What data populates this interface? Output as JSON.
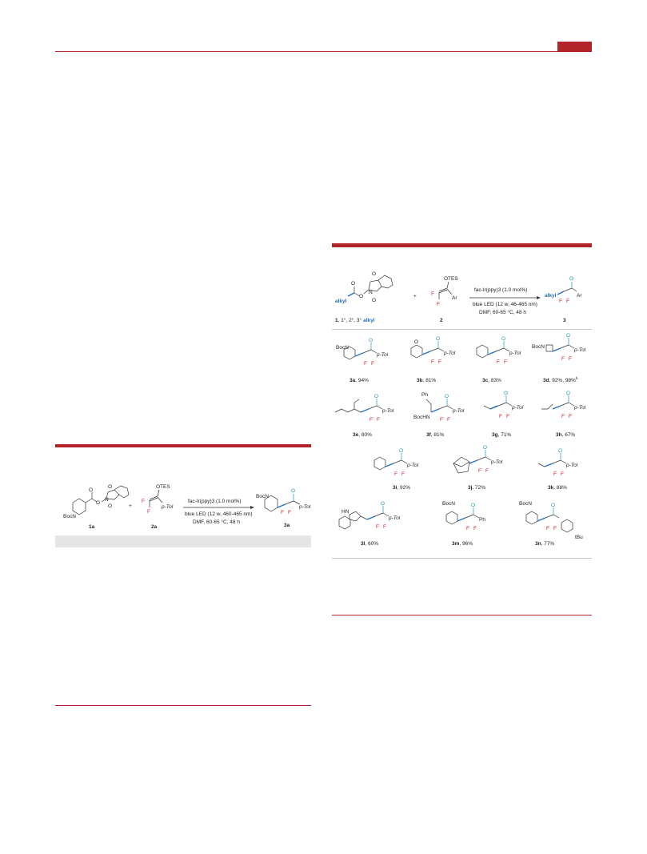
{
  "colors": {
    "accent": "#b0242a",
    "blue": "#1f6fc5",
    "fluorine": "#d21f2a",
    "oxygen": "#1a9bb0"
  },
  "scheme_left": {
    "reagent_labels": {
      "otes": "OTES",
      "ptol": "p-Tol",
      "f": "F",
      "o": "O",
      "n": "N",
      "boc_n": "BocN",
      "plus": "+"
    },
    "conditions": {
      "catalyst": "fac-Ir(ppy)3 (1.0 mol%)",
      "light": "blue LED (12 w, 460-465 nm)",
      "solvent_temp": "DMF, 60-65 °C, 48 h"
    },
    "compound_ids": {
      "c1a": "1a",
      "c2a": "2a",
      "c3a": "3a"
    }
  },
  "scheme_right": {
    "reagent_labels": {
      "alkyl": "alkyl",
      "otes": "OTES",
      "ar": "Ar",
      "f": "F",
      "o": "O",
      "n": "N",
      "plus": "+"
    },
    "conditions": {
      "catalyst": "fac-Ir(ppy)3 (1.0 mol%)",
      "light": "blue LED (12 w, 46-465 nm)",
      "solvent_temp": "DMF, 60-65 °C, 48 h"
    },
    "compound_ids": {
      "c1": "1",
      "c1_desc": ", 1°, 2°, 3°",
      "c1_alkyl": "alkyl",
      "c2": "2",
      "c3": "3"
    }
  },
  "products": [
    {
      "id": "3a",
      "yield": ", 94%"
    },
    {
      "id": "3b",
      "yield": ", 81%"
    },
    {
      "id": "3c",
      "yield": ", 83%"
    },
    {
      "id": "3d",
      "yield": ", 92%, 98%",
      "note": "b"
    },
    {
      "id": "3e",
      "yield": ", 80%"
    },
    {
      "id": "3f",
      "yield": ", 81%"
    },
    {
      "id": "3g",
      "yield": ", 71%"
    },
    {
      "id": "3h",
      "yield": ", 67%"
    },
    {
      "id": "3i",
      "yield": ", 92%"
    },
    {
      "id": "3j",
      "yield": ", 72%"
    },
    {
      "id": "3k",
      "yield": ", 88%"
    },
    {
      "id": "3l",
      "yield": ", 60%"
    },
    {
      "id": "3m",
      "yield": ", 96%"
    },
    {
      "id": "3n",
      "yield": ", 77%"
    }
  ],
  "struct_labels": {
    "boc_n": "BocN",
    "ptol": "p-Tol",
    "f": "F",
    "o": "O",
    "ph": "Ph",
    "boc_hn": "BocHN",
    "hn": "HN",
    "tbu": "tBu"
  }
}
